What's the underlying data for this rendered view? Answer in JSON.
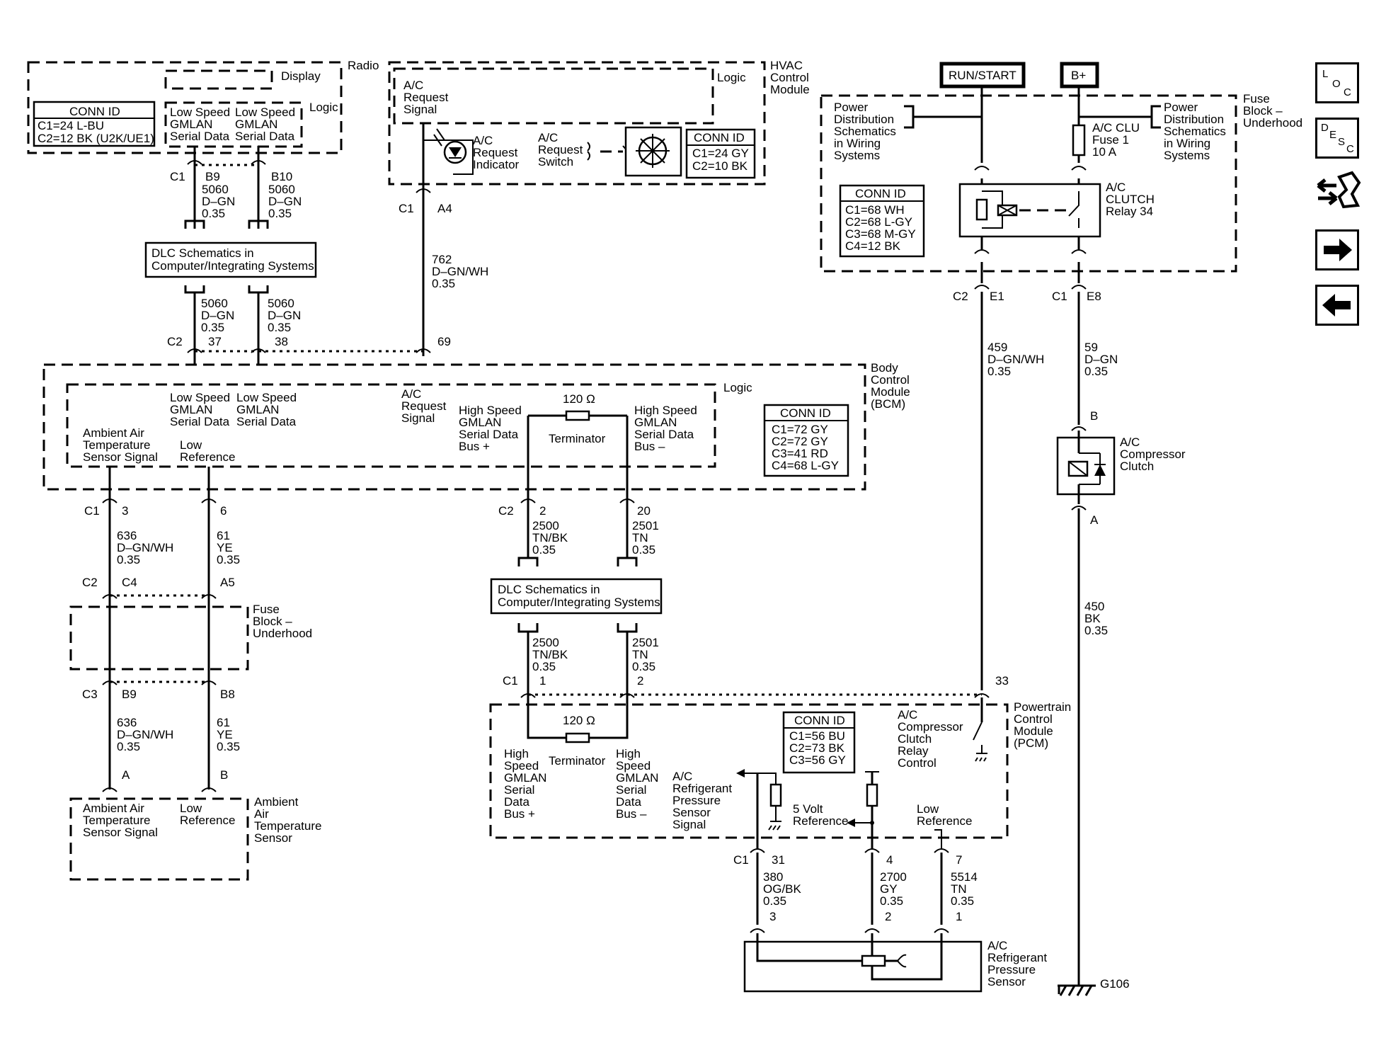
{
  "nav": {
    "loc_letters": [
      "L",
      "O",
      "C"
    ],
    "desc_letters": [
      "D",
      "E",
      "S",
      "C"
    ],
    "items": [
      "loc-button",
      "desc-button",
      "connector-view-button",
      "next-page-button",
      "previous-page-button"
    ]
  },
  "radio": {
    "label": "Radio",
    "display": "Display",
    "logic": "Logic",
    "lsg1": [
      "Low Speed",
      "GMLAN",
      "Serial Data"
    ],
    "lsg2": [
      "Low Speed",
      "GMLAN",
      "Serial Data"
    ],
    "conn_title": "CONN ID",
    "conn": [
      "C1=24 L-BU",
      "C2=12 BK (U2K/UE1)"
    ],
    "c1": "C1",
    "b9": "B9",
    "b10": "B10"
  },
  "wires_top_left": {
    "w1": [
      "5060",
      "D–GN",
      "0.35"
    ],
    "w2": [
      "5060",
      "D–GN",
      "0.35"
    ],
    "w3": [
      "5060",
      "D–GN",
      "0.35"
    ],
    "w4": [
      "5060",
      "D–GN",
      "0.35"
    ],
    "c2": "C2",
    "p37": "37",
    "p38": "38"
  },
  "dlc1": [
    "DLC Schematics in",
    "Computer/Integrating Systems"
  ],
  "hvac": {
    "label": [
      "HVAC",
      "Control",
      "Module"
    ],
    "logic": "Logic",
    "req_signal": [
      "A/C",
      "Request",
      "Signal"
    ],
    "indicator": [
      "A/C",
      "Request",
      "Indicator"
    ],
    "switch": [
      "A/C",
      "Request",
      "Switch"
    ],
    "conn_title": "CONN ID",
    "conn": [
      "C1=24 GY",
      "C2=10 BK"
    ],
    "c1": "C1",
    "a4": "A4",
    "wire": [
      "762",
      "D–GN/WH",
      "0.35"
    ],
    "p69": "69"
  },
  "bcm": {
    "label": [
      "Body",
      "Control",
      "Module",
      "(BCM)"
    ],
    "logic": "Logic",
    "lsg1": [
      "Low Speed",
      "GMLAN",
      "Serial Data"
    ],
    "lsg2": [
      "Low Speed",
      "GMLAN",
      "Serial Data"
    ],
    "req_signal": [
      "A/C",
      "Request",
      "Signal"
    ],
    "hs_plus": [
      "High Speed",
      "GMLAN",
      "Serial Data",
      "Bus +"
    ],
    "hs_minus": [
      "High Speed",
      "GMLAN",
      "Serial Data",
      "Bus –"
    ],
    "ohm": "120 Ω",
    "terminator": "Terminator",
    "amb": [
      "Ambient Air",
      "Temperature",
      "Sensor Signal"
    ],
    "lowref": [
      "Low",
      "Reference"
    ],
    "conn_title": "CONN ID",
    "conn": [
      "C1=72 GY",
      "C2=72 GY",
      "C3=41 RD",
      "C4=68 L-GY"
    ],
    "c1": "C1",
    "p3": "3",
    "p6": "6",
    "c2": "C2",
    "p2": "2",
    "p20": "20"
  },
  "left_chain": {
    "w636a": [
      "636",
      "D–GN/WH",
      "0.35"
    ],
    "w61a": [
      "61",
      "YE",
      "0.35"
    ],
    "c2": "C2",
    "c4": "C4",
    "a5": "A5",
    "fuse": [
      "Fuse",
      "Block –",
      "Underhood"
    ],
    "c3": "C3",
    "b9": "B9",
    "b8": "B8",
    "w636b": [
      "636",
      "D–GN/WH",
      "0.35"
    ],
    "w61b": [
      "61",
      "YE",
      "0.35"
    ],
    "pa": "A",
    "pb": "B",
    "sensor_amb": [
      "Ambient Air",
      "Temperature",
      "Sensor Signal"
    ],
    "sensor_low": [
      "Low",
      "Reference"
    ],
    "sensor_label": [
      "Ambient",
      "Air",
      "Temperature",
      "Sensor"
    ]
  },
  "mid_chain": {
    "w2500a": [
      "2500",
      "TN/BK",
      "0.35"
    ],
    "w2501a": [
      "2501",
      "TN",
      "0.35"
    ],
    "dlc": [
      "DLC Schematics in",
      "Computer/Integrating Systems"
    ],
    "w2500b": [
      "2500",
      "TN/BK",
      "0.35"
    ],
    "w2501b": [
      "2501",
      "TN",
      "0.35"
    ],
    "c1": "C1",
    "p1": "1",
    "p2": "2"
  },
  "pcm": {
    "label": [
      "Powertrain",
      "Control",
      "Module",
      "(PCM)"
    ],
    "ohm": "120 Ω",
    "terminator": "Terminator",
    "hs_plus": [
      "High",
      "Speed",
      "GMLAN",
      "Serial",
      "Data",
      "Bus +"
    ],
    "hs_minus": [
      "High",
      "Speed",
      "GMLAN",
      "Serial",
      "Data",
      "Bus –"
    ],
    "ref_signal": [
      "A/C",
      "Refrigerant",
      "Pressure",
      "Sensor",
      "Signal"
    ],
    "five_volt": [
      "5 Volt",
      "Reference"
    ],
    "low_ref": [
      "Low",
      "Reference"
    ],
    "clutch_ctrl": [
      "A/C",
      "Compressor",
      "Clutch",
      "Relay",
      "Control"
    ],
    "conn_title": "CONN ID",
    "conn": [
      "C1=56 BU",
      "C2=73 BK",
      "C3=56 GY"
    ],
    "p33": "33",
    "c1": "C1",
    "p31": "31",
    "p4": "4",
    "p7": "7",
    "w380": [
      "380",
      "OG/BK",
      "0.35"
    ],
    "w2700": [
      "2700",
      "GY",
      "0.35"
    ],
    "w5514": [
      "5514",
      "TN",
      "0.35"
    ],
    "s3": "3",
    "s2": "2",
    "s1": "1",
    "sensor": [
      "A/C",
      "Refrigerant",
      "Pressure",
      "Sensor"
    ]
  },
  "fuse_block": {
    "run_start": "RUN/START",
    "bplus": "B+",
    "label": [
      "Fuse",
      "Block –",
      "Underhood"
    ],
    "pd_left": [
      "Power",
      "Distribution",
      "Schematics",
      "in Wiring",
      "Systems"
    ],
    "pd_right": [
      "Power",
      "Distribution",
      "Schematics",
      "in Wiring",
      "Systems"
    ],
    "fuse": [
      "A/C CLU",
      "Fuse 1",
      "10 A"
    ],
    "relay": [
      "A/C",
      "CLUTCH",
      "Relay 34"
    ],
    "conn_title": "CONN ID",
    "conn": [
      "C1=68 WH",
      "C2=68 L-GY",
      "C3=68 M-GY",
      "C4=12 BK"
    ],
    "c2": "C2",
    "e1": "E1",
    "c1": "C1",
    "e8": "E8",
    "w459": [
      "459",
      "D–GN/WH",
      "0.35"
    ],
    "w59": [
      "59",
      "D–GN",
      "0.35"
    ],
    "pb": "B",
    "clutch": [
      "A/C",
      "Compressor",
      "Clutch"
    ],
    "pa": "A",
    "w450": [
      "450",
      "BK",
      "0.35"
    ],
    "ground": "G106"
  }
}
